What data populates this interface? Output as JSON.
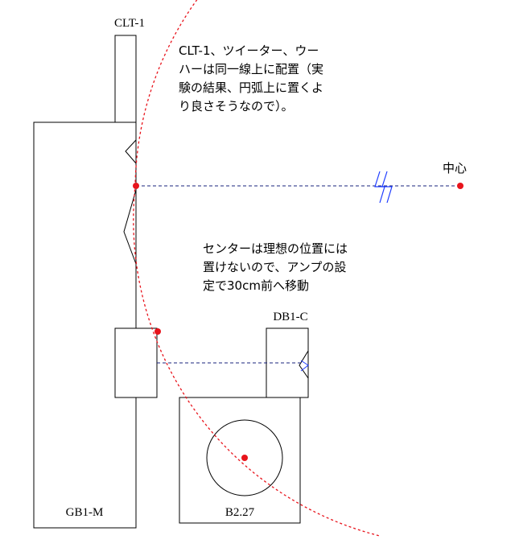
{
  "labels": {
    "clt1": "CLT-1",
    "gb1m": "GB1-M",
    "db1c": "DB1-C",
    "b227": "B2.27",
    "center": "中心"
  },
  "notes": {
    "top": "CLT-1、ツイーター、ウー\nハーは同一線上に配置（実\n験の結果、円弧上に置くよ\nり良さそうなので）。",
    "middle": "センターは理想の位置には\n置けないので、アンプの設\n定で30cm前へ移動"
  },
  "colors": {
    "outline": "#000000",
    "arc": "#e8141c",
    "dashed_line": "#1a237e",
    "break_mark": "#1e3cff"
  }
}
